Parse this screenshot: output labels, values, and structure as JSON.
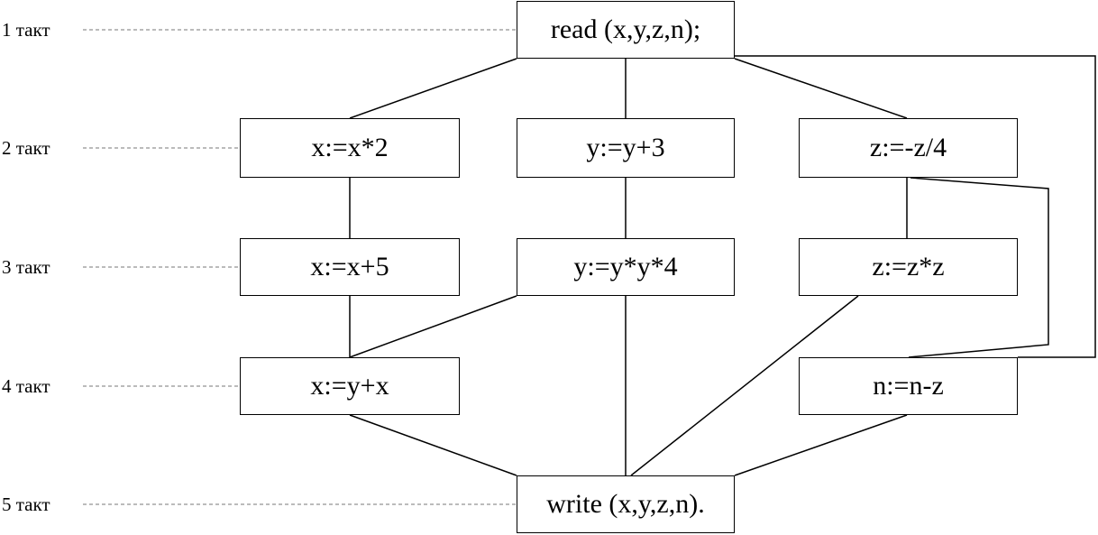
{
  "tacts": [
    "1 такт",
    "2 такт",
    "3 такт",
    "4 такт",
    "5 такт"
  ],
  "nodes": {
    "read": "read (x,y,z,n);",
    "x_mul2": "x:=x*2",
    "y_plus3": "y:=y+3",
    "z_div4": "z:=-z/4",
    "x_plus5": "x:=x+5",
    "y_sq4": "y:=y*y*4",
    "z_sq": "z:=z*z",
    "x_y_plus_x": "x:=y+x",
    "n_minus_z": "n:=n-z",
    "write": "write (x,y,z,n)."
  },
  "colors": {
    "stroke": "#000000",
    "guide": "#777777",
    "background": "#ffffff"
  }
}
